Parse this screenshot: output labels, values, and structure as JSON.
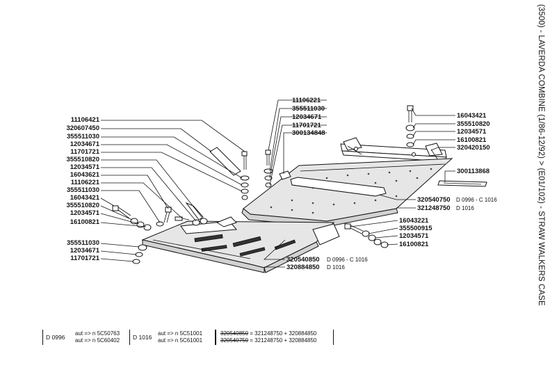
{
  "side_title": "(3500) - LAVERDA COMBINE (1/86-12/92) > (E01/102) - STRAW WALKERS CASE",
  "labels": {
    "l1": "11106421",
    "l2": "320607450",
    "l3": "355511030",
    "l4": "12034671",
    "l5": "11701721",
    "l6": "355510820",
    "l7": "12034571",
    "l8": "16043621",
    "l9": "11106221",
    "l10": "355511030",
    "l11": "16043421",
    "l12": "355510820",
    "l13": "12034571",
    "l14": "16100821",
    "l15": "355511030",
    "l16": "12034671",
    "l17": "11701721",
    "c1": "11106221",
    "c2": "355511030",
    "c3": "12034671",
    "c4": "11701721",
    "c5": "300134848",
    "r1": "16043421",
    "r2": "355510820",
    "r3": "12034571",
    "r4": "16100821",
    "r5": "320420150",
    "r6": "300113868",
    "m1": "320540750",
    "m1rev": "D 0996 - C 1016",
    "m2": "321248750",
    "m2rev": "D 1016",
    "m3": "16043221",
    "m4": "355500915",
    "m5": "12034571",
    "m6": "16100821",
    "b1": "320540850",
    "b1rev": "D 0996 - C 1016",
    "b2": "320884850",
    "b2rev": "D 1016"
  },
  "notes": {
    "box1": {
      "code": "D 0996",
      "line1": "aut => n 5C50763",
      "line2": "aut => n 5C60402"
    },
    "box2": {
      "code": "D 1016",
      "line1": "aut => n 5C51001",
      "line2": "aut => n 5C61001"
    },
    "box3": {
      "old1": "320540850",
      "new1": "= 321248750 + 320884850",
      "old2": "320540750",
      "new2": "= 321248750 + 320884850"
    }
  }
}
